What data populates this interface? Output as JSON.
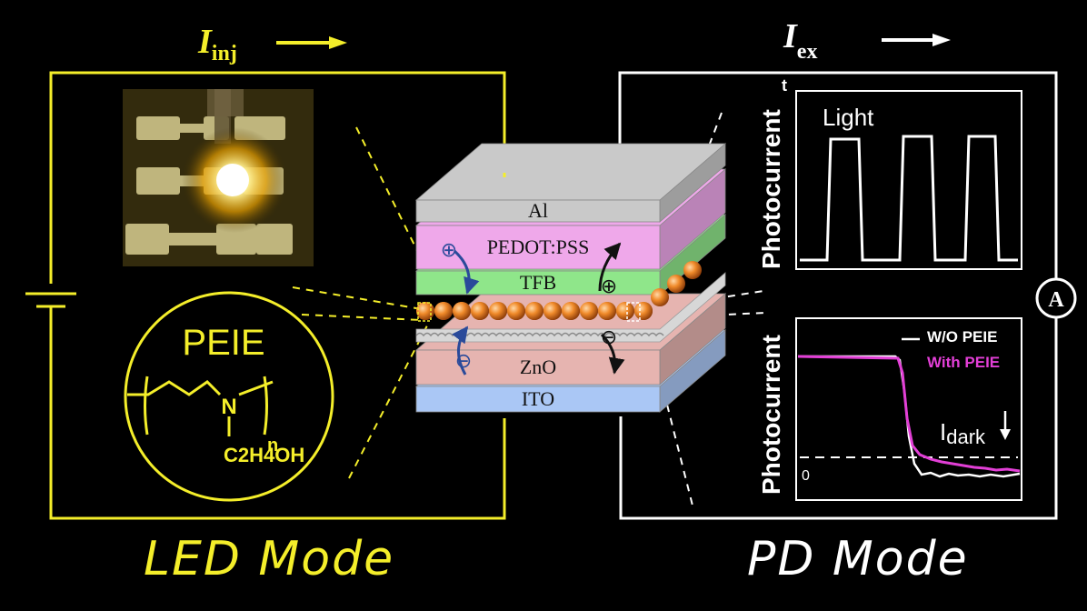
{
  "colors": {
    "background": "#000000",
    "led": "#f4ee2a",
    "pd": "#ffffff",
    "pink": "#e23fd6"
  },
  "currents": {
    "inj": {
      "symbol": "I",
      "sub": "inj"
    },
    "ex": {
      "symbol": "I",
      "sub": "ex"
    }
  },
  "layers": [
    {
      "label": "Al",
      "color": "#c9c9c9"
    },
    {
      "label": "PEDOT:PSS",
      "color": "#efa8ea"
    },
    {
      "label": "TFB",
      "color": "#8fe68a"
    },
    {
      "label": "ZnO",
      "color": "#e6b4b0"
    },
    {
      "label": "ITO",
      "color": "#aac7f5"
    }
  ],
  "carriers": {
    "hole": "⊕",
    "electron": "⊖"
  },
  "peie": {
    "title": "PEIE",
    "nitrogen": "N",
    "subscript_n": "n",
    "side_group": "C2H4OH"
  },
  "ammeter": "A",
  "top_chart": {
    "ylabel": "Photocurrent",
    "y_axis_letter": "t",
    "annotation": "Light"
  },
  "bottom_chart": {
    "ylabel": "Photocurrent",
    "zero_label": "0",
    "dark_label": "I",
    "dark_sub": "dark",
    "legend": [
      {
        "name": "W/O PEIE",
        "color": "#ffffff"
      },
      {
        "name": "With PEIE",
        "color": "#e23fd6"
      }
    ]
  },
  "modes": {
    "led": "LED Mode",
    "pd": "PD Mode"
  }
}
